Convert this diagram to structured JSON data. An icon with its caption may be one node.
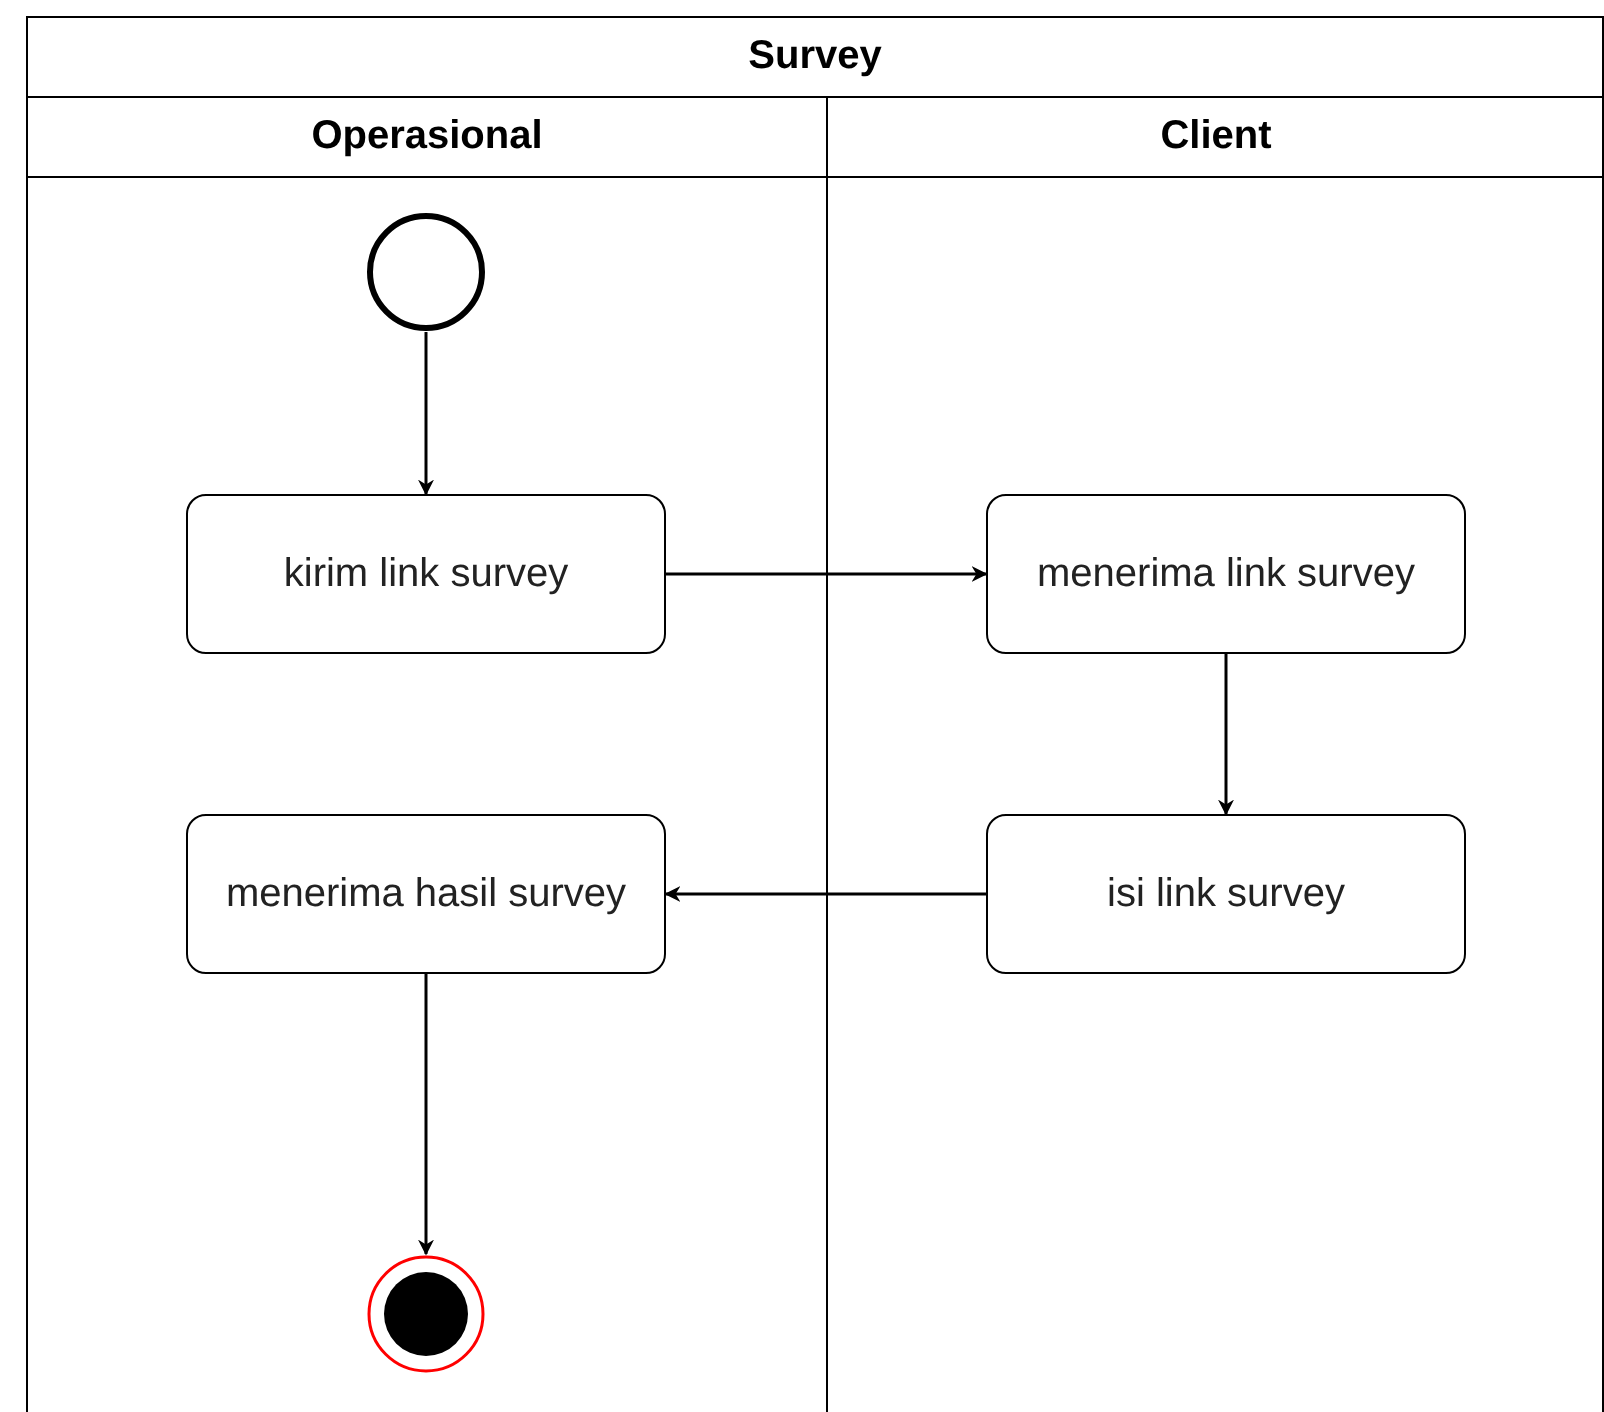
{
  "diagram": {
    "nodes": [
      {
        "text": [
          "Survey"
        ]
      },
      {
        "text": [
          "Operasional"
        ],
        "in": 0
      },
      {
        "text": [
          "Client"
        ],
        "in": 0
      },
      {
        "text": [],
        "shape": "circle",
        "in": 1
      },
      {
        "text": [
          "kirim link survey"
        ],
        "in": 1
      },
      {
        "text": [
          "menerima link survey"
        ],
        "in": 2
      },
      {
        "text": [
          "isi link survey"
        ],
        "in": 2
      },
      {
        "text": [
          "menerima hasil survey"
        ],
        "in": 1
      },
      {
        "text": [],
        "shape": "bullseye",
        "in": 1
      }
    ],
    "edges": [
      {
        "from": 3,
        "to": 4,
        "arrow": "to"
      },
      {
        "from": 4,
        "to": 5,
        "arrow": "to"
      },
      {
        "from": 5,
        "to": 6,
        "arrow": "to"
      },
      {
        "from": 6,
        "to": 7,
        "arrow": "to"
      },
      {
        "from": 7,
        "to": 8,
        "arrow": "to"
      }
    ]
  }
}
